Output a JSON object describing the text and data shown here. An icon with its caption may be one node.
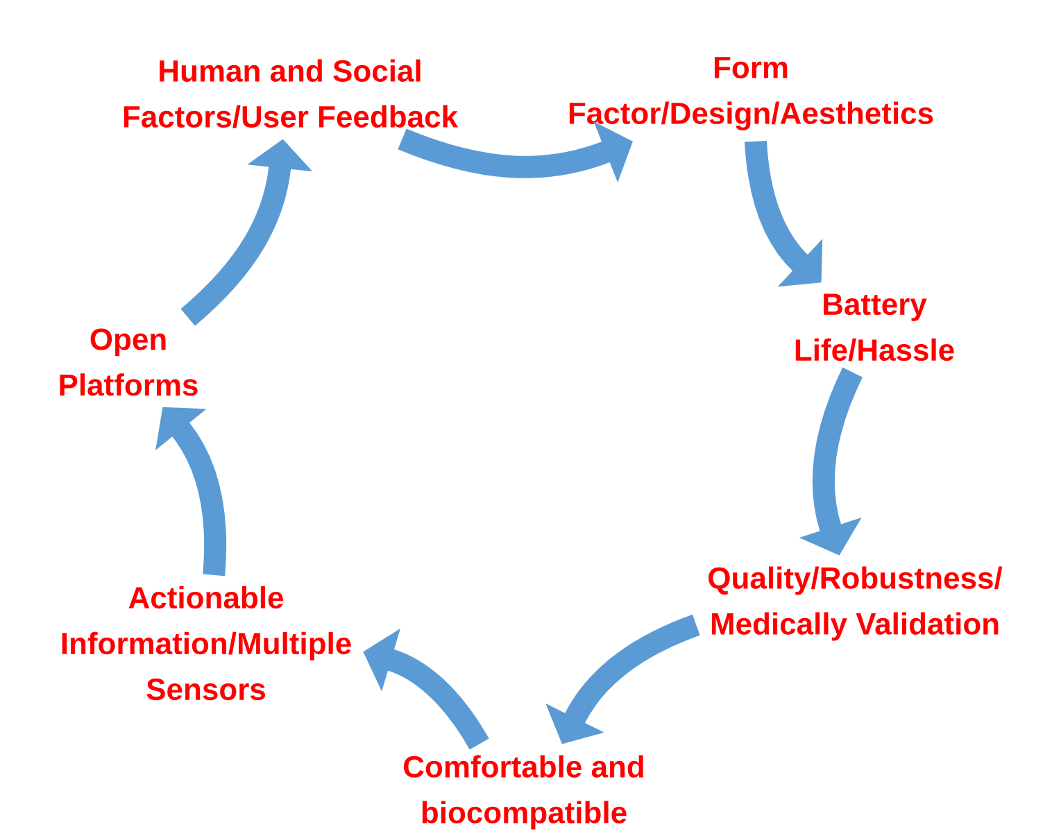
{
  "diagram": {
    "nodes": [
      {
        "text": [
          "Human and Social Factors/User Feedback"
        ]
      },
      {
        "text": [
          "Form Factor/Design/Aesthetics"
        ]
      },
      {
        "text": [
          "Battery Life/Hassle"
        ]
      },
      {
        "text": [
          "Quality/Robustness/ Medically Validation"
        ]
      },
      {
        "text": [
          "Comfortable and biocompatible"
        ]
      },
      {
        "text": [
          "Actionable Information/Multiple Sensors"
        ]
      },
      {
        "text": [
          "Open Platforms"
        ]
      }
    ],
    "edges": [
      {
        "from": 0,
        "to": 1,
        "arrow": "to"
      },
      {
        "from": 1,
        "to": 2,
        "arrow": "to"
      },
      {
        "from": 2,
        "to": 3,
        "arrow": "to"
      },
      {
        "from": 3,
        "to": 4,
        "arrow": "to"
      },
      {
        "from": 4,
        "to": 5,
        "arrow": "to"
      },
      {
        "from": 5,
        "to": 6,
        "arrow": "to"
      },
      {
        "from": 6,
        "to": 0,
        "arrow": "to"
      }
    ]
  }
}
